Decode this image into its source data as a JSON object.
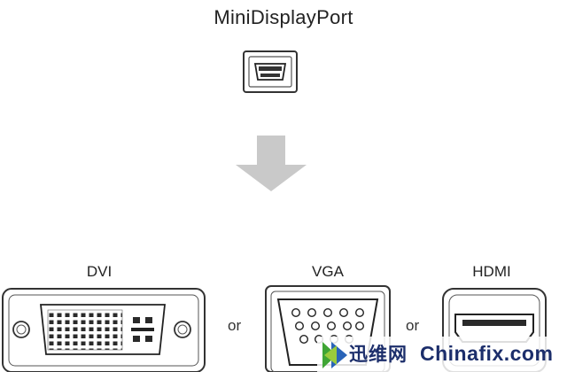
{
  "title": "MiniDisplayPort",
  "connectors": [
    {
      "label": "DVI"
    },
    {
      "label": "VGA"
    },
    {
      "label": "HDMI"
    }
  ],
  "separators": [
    "or",
    "or"
  ],
  "watermark": {
    "cn_text": "迅维网",
    "en_text": "Chinafix.com",
    "colors": {
      "text": "#1c2e6b",
      "accent_green": "#3fa535",
      "accent_blue": "#2a64b8"
    }
  },
  "arrow_color": "#c9c9c9"
}
